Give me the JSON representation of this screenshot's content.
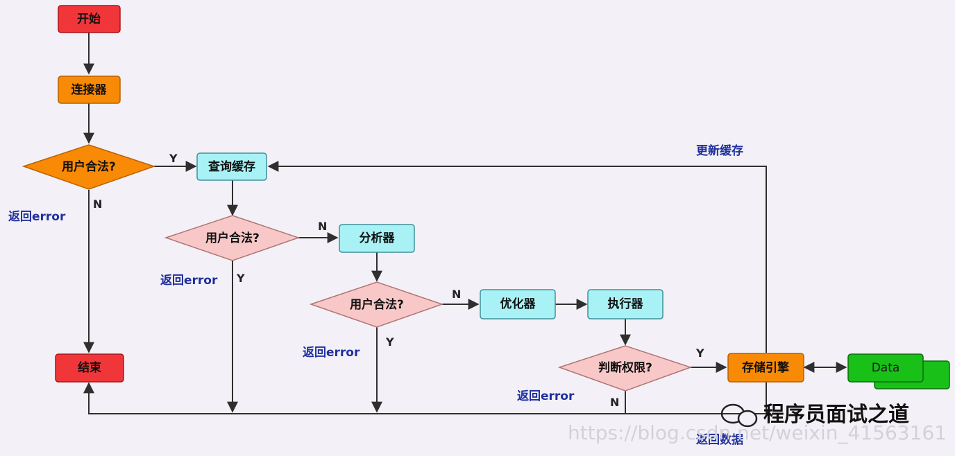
{
  "nodes": {
    "start": "开始",
    "connector": "连接器",
    "auth1": "用户合法?",
    "query_cache": "查询缓存",
    "auth2": "用户合法?",
    "analyzer": "分析器",
    "auth3": "用户合法?",
    "optimizer": "优化器",
    "executor": "执行器",
    "permission": "判断权限?",
    "storage_engine": "存储引擎",
    "data": "Data",
    "end": "结束"
  },
  "edge_labels": {
    "auth1_yes": "Y",
    "auth1_no": "N",
    "auth2_no": "N",
    "auth2_yes": "Y",
    "auth3_no": "N",
    "auth3_yes": "Y",
    "perm_yes": "Y",
    "perm_no": "N"
  },
  "side_labels": {
    "return_error_1": "返回error",
    "return_error_2": "返回error",
    "return_error_3": "返回error",
    "return_error_4": "返回error",
    "update_cache": "更新缓存",
    "return_data": "返回数据"
  },
  "watermark": {
    "site": "https://blog.csdn.net/weixin_41563161",
    "brand": "程序员面试之道"
  },
  "colors": {
    "red_node": "#f1363a",
    "orange_node": "#f98a06",
    "pink_node": "#f8c8c8",
    "cyan_node": "#a8f2f6",
    "green_node": "#18c018",
    "label_blue": "#1f2f9e"
  }
}
